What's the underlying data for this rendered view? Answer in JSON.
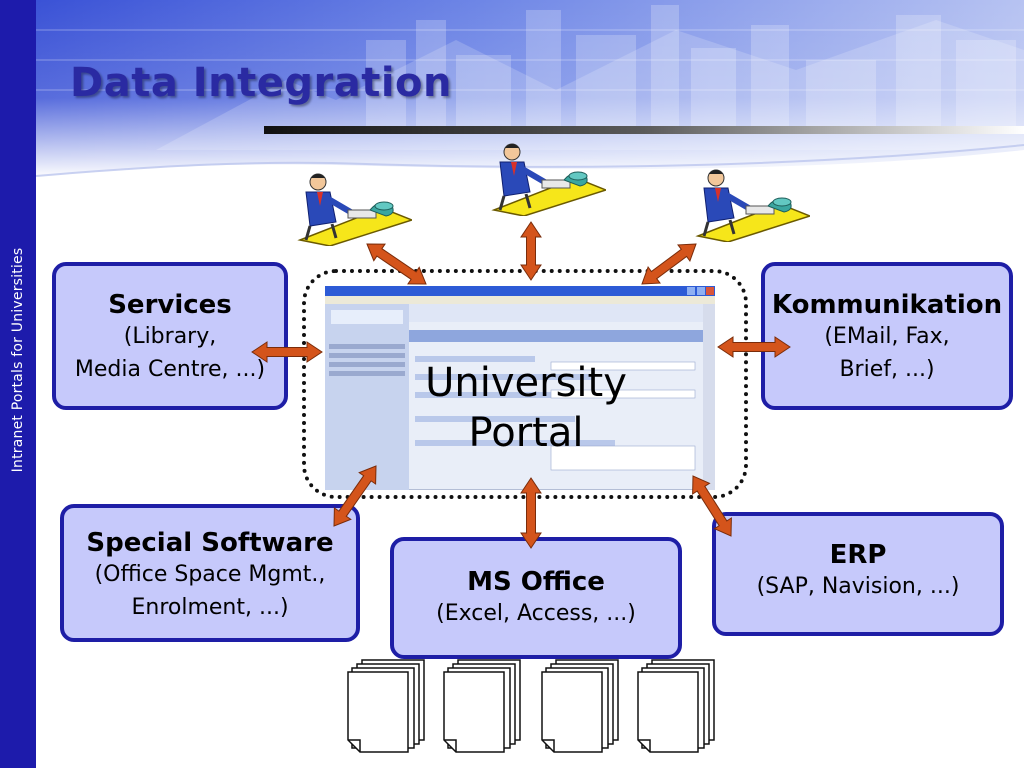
{
  "sidebar": {
    "text": "Intranet  Portals for Universities"
  },
  "slide": {
    "title": "Data Integration"
  },
  "center": {
    "label_line1": "University",
    "label_line2": "Portal"
  },
  "boxes": {
    "services": {
      "title": "Services",
      "line1": "(Library,",
      "line2": "Media Centre, ...)"
    },
    "kommunikation": {
      "title": "Kommunikation",
      "line1": "(EMail, Fax,",
      "line2": "Brief, ...)"
    },
    "special_software": {
      "title": "Special Software",
      "line1": "(Office Space Mgmt.,",
      "line2": "Enrolment, ...)"
    },
    "ms_office": {
      "title": "MS Office",
      "line1": "(Excel, Access, ...)"
    },
    "erp": {
      "title": "ERP",
      "line1": "(SAP, Navision, ...)"
    }
  },
  "colors": {
    "sidebar": "#1d1bab",
    "title": "#2a2aa2",
    "box_fill": "#c6c9fb",
    "box_border": "#1e1ea6",
    "arrow": "#d4541b"
  },
  "icons": [
    "office-worker-icon",
    "document-stack-icon",
    "double-arrow-icon"
  ]
}
